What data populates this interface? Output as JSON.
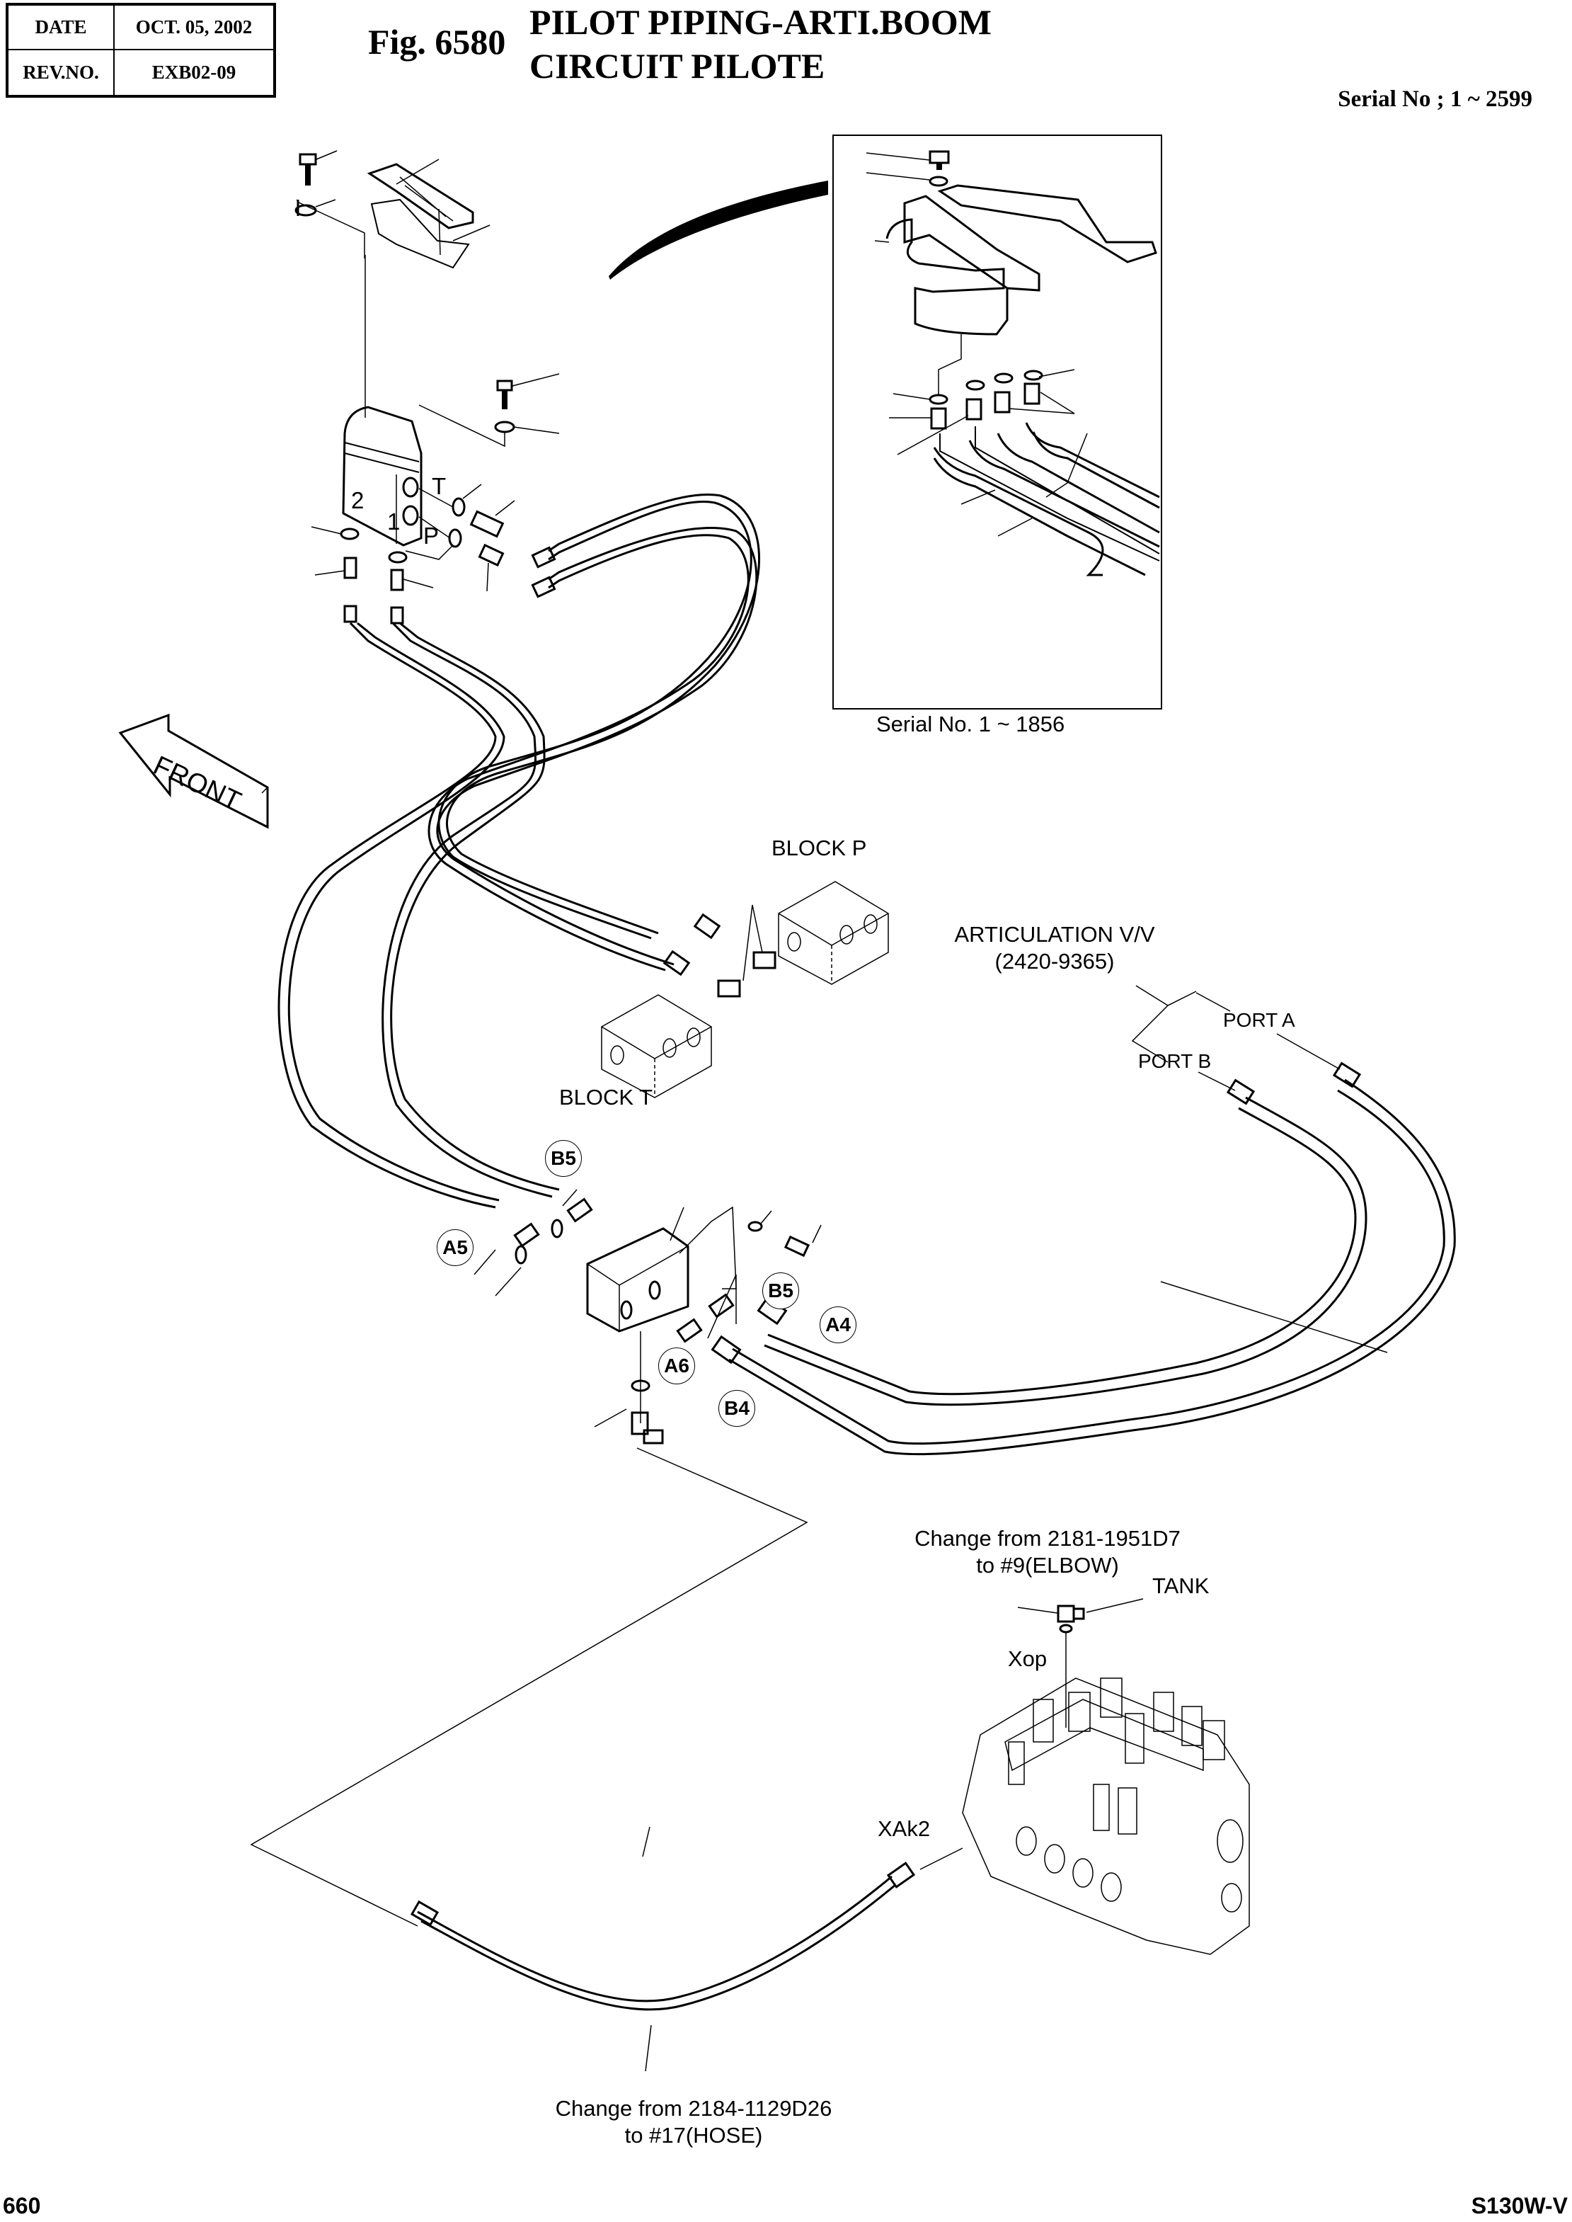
{
  "header": {
    "date_label": "DATE",
    "date_value": "OCT. 05, 2002",
    "rev_label": "REV.NO.",
    "rev_value": "EXB02-09",
    "figure_number": "Fig. 6580",
    "title_line1": "PILOT PIPING-ARTI.BOOM",
    "title_line2": "CIRCUIT PILOTE",
    "serial_range": "Serial No ; 1 ~ 2599"
  },
  "inset": {
    "caption": "Serial No. 1 ~ 1856"
  },
  "labels": {
    "front_arrow": "FRONT",
    "port_T": "T",
    "port_P": "P",
    "port_1": "1",
    "port_2": "2",
    "block_p": "BLOCK P",
    "block_t": "BLOCK T",
    "articulation_valve_line1": "ARTICULATION V/V",
    "articulation_valve_line2": "(2420-9365)",
    "port_a": "PORT A",
    "port_b": "PORT B",
    "elbow_note_line1": "Change from 2181-1951D7",
    "elbow_note_line2": "to #9(ELBOW)",
    "tank": "TANK",
    "xop": "Xop",
    "xak2": "XAk2",
    "hose_note_line1": "Change from 2184-1129D26",
    "hose_note_line2": "to #17(HOSE)"
  },
  "callouts": {
    "b5_upper": "B5",
    "a5": "A5",
    "b5_lower": "B5",
    "a4": "A4",
    "a6": "A6",
    "b4": "B4"
  },
  "footer": {
    "page_number": "660",
    "model": "S130W-V"
  }
}
